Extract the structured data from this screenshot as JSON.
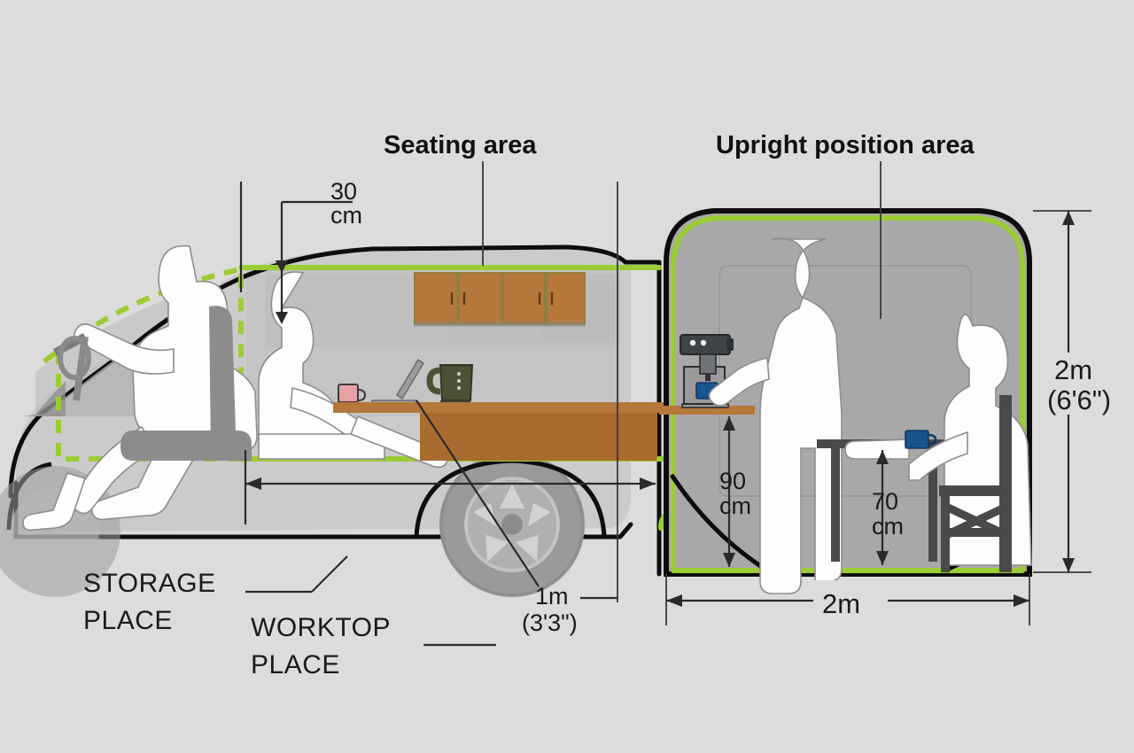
{
  "diagram": {
    "title_area_left": "Seating area",
    "title_area_right": "Upright position area",
    "background_color": "#dcdcdc",
    "accent_green": "#9ccc35",
    "wood_brown": "#b5773a",
    "outline_black": "#0d0d0d"
  },
  "headings": {
    "seating_area": "Seating area",
    "upright_position_area": "Upright position area"
  },
  "dimensions": {
    "headroom": {
      "value": "30",
      "unit": "cm"
    },
    "worktop_height": {
      "value": "90",
      "unit": "cm"
    },
    "table_height": {
      "value": "70",
      "unit": "cm"
    },
    "seating_length": {
      "metric": "1m",
      "imperial": "(3'3\")"
    },
    "interior_height": {
      "metric": "2m",
      "imperial": "(6'6\")"
    },
    "interior_width": {
      "metric": "2m"
    }
  },
  "callouts": {
    "storage_place_line1": "STORAGE",
    "storage_place_line2": "PLACE",
    "worktop_place_line1": "WORKTOP",
    "worktop_place_line2": "PLACE"
  },
  "objects": {
    "driver": "driver-silhouette",
    "seated_worker": "seated-person-silhouette",
    "standing_person": "standing-person-silhouette",
    "seated_diner": "seated-person-at-table-silhouette",
    "kettle": "kettle-icon",
    "espresso_machine": "espresso-machine-icon",
    "mug_pink": "pink-mug-icon",
    "mug_blue_machine": "blue-cup-icon",
    "mug_blue_table": "blue-mug-icon",
    "laptop": "laptop-icon",
    "overhead_cabinets": "overhead-cabinet-unit",
    "worktop": "worktop-counter",
    "dining_table": "dining-table",
    "chair": "dining-chair",
    "front_wheel": "front-wheel",
    "rear_wheel": "rear-wheel",
    "steering_wheel": "steering-wheel"
  }
}
